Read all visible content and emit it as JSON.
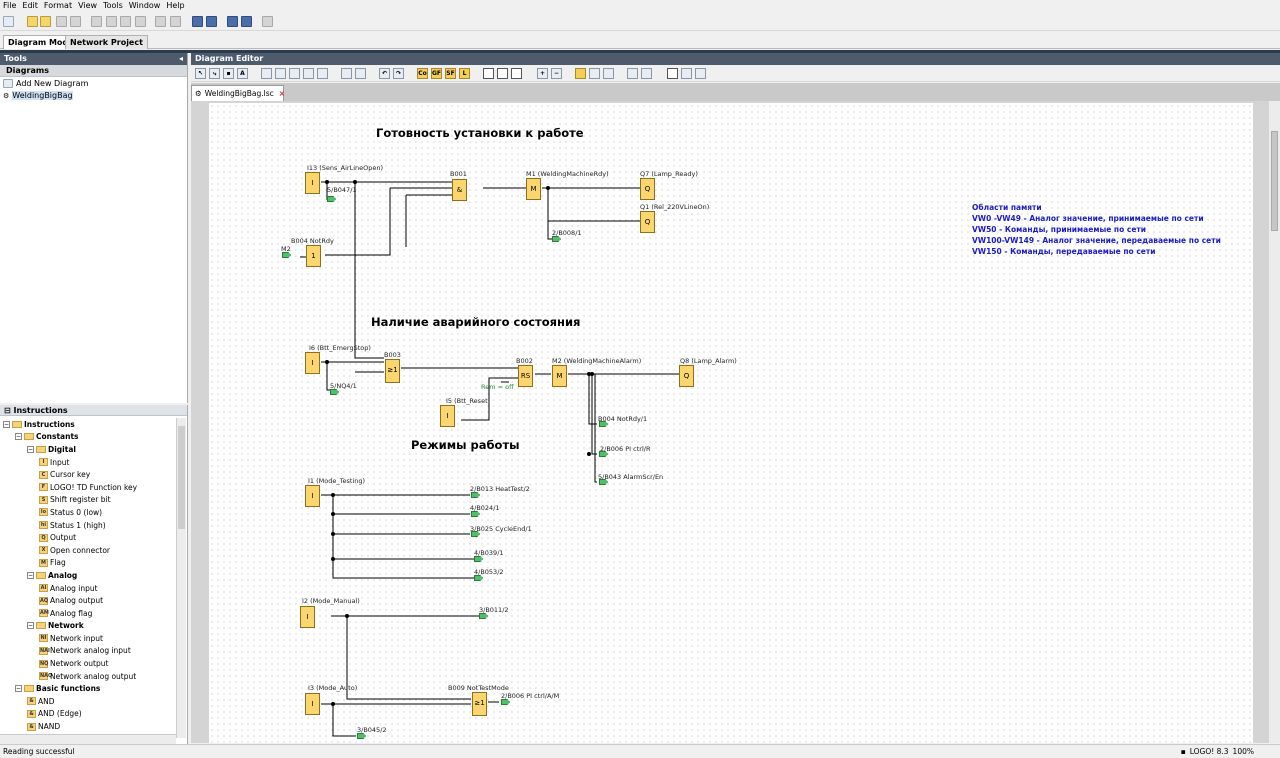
{
  "menu": [
    "File",
    "Edit",
    "Format",
    "View",
    "Tools",
    "Window",
    "Help"
  ],
  "mode_tabs": {
    "diagram": "Diagram Mode",
    "network": "Network Project"
  },
  "tools": {
    "title": "Tools",
    "section": "Diagrams",
    "add_new": "Add New Diagram",
    "file": "WeldingBigBag"
  },
  "instructions": {
    "title": "Instructions",
    "rows": [
      "Instructions",
      "Constants",
      "Digital",
      "Input",
      "Cursor key",
      "LOGO! TD Function key",
      "Shift register bit",
      "Status 0 (low)",
      "Status 1 (high)",
      "Output",
      "Open connector",
      "Flag",
      "Analog",
      "Analog input",
      "Analog output",
      "Analog flag",
      "Network",
      "Network input",
      "Network analog input",
      "Network output",
      "Network analog output",
      "Basic functions",
      "AND",
      "AND (Edge)",
      "NAND"
    ],
    "icons": [
      "",
      "",
      "",
      "I",
      "C",
      "F",
      "S",
      "lo",
      "hi",
      "Q",
      "X",
      "M",
      "",
      "AI",
      "AQ",
      "AM",
      "",
      "NI",
      "NAI",
      "NQ",
      "NAQ",
      "",
      "&",
      "&",
      "&"
    ]
  },
  "editor": {
    "title": "Diagram Editor",
    "file_tab": "WeldingBigBag.lsc",
    "toolbar_text": [
      "Co",
      "GF",
      "SF",
      "L"
    ]
  },
  "diagram": {
    "headings": {
      "h1": "Готовность установки к работе",
      "h2": "Наличие аварийного состояния",
      "h3": "Режимы работы"
    },
    "labels": {
      "i13": "I13 (Sens_AirLineOpen)",
      "b047_1": "5/B047/1",
      "b001": "B001",
      "m1": "M1 (WeldingMachineRdy)",
      "q7": "Q7 (Lamp_Ready)",
      "q1": "Q1 (Rel_220VLineOn)",
      "b008_1": "2/B008/1",
      "b004": "B004 NotRdy",
      "m2in": "M2",
      "i6": "I6 (Btt_EmergStop)",
      "b003": "B003",
      "nq4": "5/NQ4/1",
      "b002": "B002",
      "m2": "M2 (WeldingMachineAlarm)",
      "q8": "Q8 (Lamp_Alarm)",
      "rem": "Rem = off",
      "i5": "I5 (Btt_Reset)",
      "b004nr": "B004 NotRdy/1",
      "b006r": "2/B006 PI ctrl/R",
      "b043": "5/B043 AlarmScr/En",
      "i1": "I1 (Mode_Testing)",
      "b013": "2/B013 HeatTest/2",
      "b024": "4/B024/1",
      "b025": "3/B025 CycleEnd/1",
      "b039": "4/B039/1",
      "b053": "4/B053/2",
      "i2": "I2 (Mode_Manual)",
      "b011": "3/B011/2",
      "i3": "I3 (Mode_Auto)",
      "b009": "B009 NotTestMode",
      "b006am": "2/B006 PI ctrl/A/M",
      "b045": "3/B045/2"
    },
    "blocks": {
      "I": "I",
      "Q": "Q",
      "M": "M",
      "AND": "&",
      "RS": "RS",
      "GE": "≥1",
      "ONE": "1"
    },
    "note": [
      "Области памяти",
      "VW0 -VW49 - Аналог значение, принимаемые по сети",
      "VW50 - Команды, принимаемые по сети",
      "VW100-VW149 - Аналог значение, передаваемые по сети",
      "VW150 - Команды, передаваемые по сети"
    ]
  },
  "status": {
    "left": "Reading successful",
    "device": "LOGO! 8.3",
    "zoom": "100%"
  },
  "colors": {
    "block": "#fbd66f",
    "connector": "#4fbf6a",
    "note": "#1b1bc9",
    "panel_header": "#4d5b6d"
  }
}
